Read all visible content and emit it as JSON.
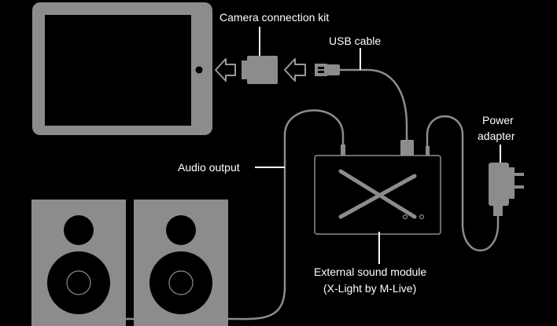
{
  "labels": {
    "camera_kit": "Camera connection kit",
    "usb_cable": "USB cable",
    "power_adapter_line1": "Power",
    "power_adapter_line2": "adapter",
    "audio_output": "Audio output",
    "sound_module_line1": "External sound module",
    "sound_module_line2": "(X-Light by M-Live)"
  },
  "colors": {
    "background": "#000000",
    "device_gray": "#8c8c8c",
    "line_white": "#ffffff",
    "text": "#ffffff"
  }
}
